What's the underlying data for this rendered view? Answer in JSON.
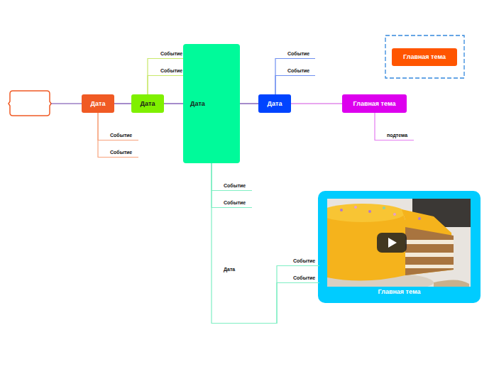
{
  "diagram": {
    "nodes": [
      {
        "text": [
          "Дата"
        ]
      },
      {
        "text": [
          "Событие"
        ]
      },
      {
        "text": [
          "Событие"
        ]
      },
      {
        "text": [
          "Дата"
        ]
      },
      {
        "text": [
          "Событие"
        ]
      },
      {
        "text": [
          "Событие"
        ]
      },
      {
        "text": [
          "Дата"
        ]
      },
      {
        "text": [
          "Событие"
        ]
      },
      {
        "text": [
          "Событие"
        ]
      },
      {
        "text": [
          "Дата"
        ]
      },
      {
        "text": [
          "Событие"
        ]
      },
      {
        "text": [
          "Событие"
        ]
      },
      {
        "text": [
          "Дата"
        ]
      },
      {
        "text": [
          "Событие"
        ]
      },
      {
        "text": [
          "Событие"
        ]
      },
      {
        "text": [
          "Главная тема"
        ]
      },
      {
        "text": [
          "подтема"
        ]
      },
      {
        "text": [
          "Главная тема"
        ]
      },
      {
        "text": [
          "Главная тема"
        ]
      }
    ],
    "edges": [
      {
        "from": 0,
        "to": 3,
        "arrow": "none"
      },
      {
        "from": 3,
        "to": 6,
        "arrow": "none"
      },
      {
        "from": 6,
        "to": 12,
        "arrow": "none"
      },
      {
        "from": 12,
        "to": 15,
        "arrow": "none"
      },
      {
        "from": 0,
        "to": 1,
        "arrow": "none"
      },
      {
        "from": 0,
        "to": 2,
        "arrow": "none"
      },
      {
        "from": 3,
        "to": 4,
        "arrow": "none"
      },
      {
        "from": 3,
        "to": 5,
        "arrow": "none"
      },
      {
        "from": 6,
        "to": 7,
        "arrow": "none"
      },
      {
        "from": 6,
        "to": 8,
        "arrow": "none"
      },
      {
        "from": 6,
        "to": 9,
        "arrow": "none"
      },
      {
        "from": 9,
        "to": 10,
        "arrow": "none"
      },
      {
        "from": 9,
        "to": 11,
        "arrow": "none"
      },
      {
        "from": 12,
        "to": 13,
        "arrow": "none"
      },
      {
        "from": 12,
        "to": 14,
        "arrow": "none"
      },
      {
        "from": 15,
        "to": 16,
        "arrow": "none"
      }
    ]
  }
}
